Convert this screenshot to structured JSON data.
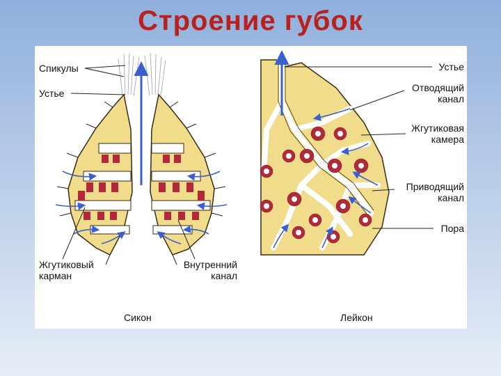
{
  "title": "Строение губок",
  "sycon": {
    "caption": "Сикон",
    "labels": {
      "spicules": "Спикулы",
      "osculum": "Устье",
      "flagellated_pocket_1": "Жгутиковый",
      "flagellated_pocket_2": "карман",
      "inner_canal_1": "Внутренний",
      "inner_canal_2": "канал"
    }
  },
  "leucon": {
    "caption": "Лейкон",
    "labels": {
      "osculum": "Устье",
      "excurrent_1": "Отводящий",
      "excurrent_2": "канал",
      "chamber_1": "Жгутиковая",
      "chamber_2": "камера",
      "incurrent_1": "Приводящий",
      "incurrent_2": "канал",
      "pore": "Пора"
    }
  },
  "colors": {
    "title": "#b8211d",
    "tissue": "#f0dc8a",
    "tissue_outline": "#3a2a10",
    "flagellated_cells": "#b22a3a",
    "water_flow_arrow": "#3a5fcf"
  }
}
